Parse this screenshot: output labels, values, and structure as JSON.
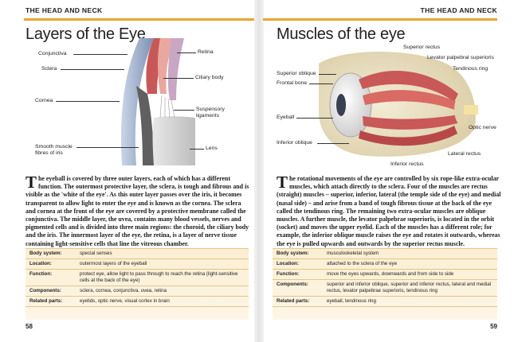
{
  "left": {
    "running_head": "THE HEAD AND NECK",
    "title": "Layers of the Eye",
    "labels": {
      "conjunctiva": "Conjunctiva",
      "sclera": "Sclera",
      "cornea": "Cornea",
      "smooth_muscle_1": "Smooth muscle",
      "smooth_muscle_2": "fibres of iris",
      "retina": "Retina",
      "ciliary_body": "Ciliary body",
      "suspensory_1": "Suspensory",
      "suspensory_2": "ligaments",
      "lens": "Lens"
    },
    "dropcap": "T",
    "body": "he eyeball is covered by three outer layers, each of which has a different function. The outermost protective layer, the sclera, is tough and fibrous and is visible as the 'white of the eye'. As this outer layer passes over the iris, it becomes transparent to allow light to enter the eye and is known as the cornea. The sclera and cornea at the front of the eye are covered by a protective membrane called the conjunctiva. The middle layer, the uvea, contains many blood vessels, nerves and pigmented cells and is divided into three main regions: the choroid, the ciliary body and the iris. The innermost layer of the eye, the retina, is a layer of nerve tissue containing light-sensitive cells that line the vitreous chamber.",
    "facts": [
      {
        "k": "Body system:",
        "v": "special senses"
      },
      {
        "k": "Location:",
        "v": "outermost layers of the eyeball"
      },
      {
        "k": "Function:",
        "v": "protect eye, allow light to pass through to reach the retina (light-sensitive cells at the back of the eye)"
      },
      {
        "k": "Components:",
        "v": "sclera, cornea, conjunctiva, uvea, retina"
      },
      {
        "k": "Related parts:",
        "v": "eyelids, optic nerve, visual cortex in brain"
      }
    ],
    "page_number": "58"
  },
  "right": {
    "running_head": "THE HEAD AND NECK",
    "title": "Muscles of the eye",
    "labels": {
      "superior_rectus": "Superior rectus",
      "levator": "Levator palpebral superioris",
      "tendinous_ring": "Tendinous ring",
      "superior_oblique": "Superior oblique",
      "frontal_bone": "Frontal bone",
      "eyeball": "Eyeball",
      "optic_nerve": "Optic nerve",
      "inferior_oblique": "Inferior oblique",
      "lateral_rectus": "Lateral rectus",
      "inferior_rectus": "Inferior rectus"
    },
    "dropcap": "T",
    "body": "he rotational movements of the eye are controlled by six rope-like extra-ocular muscles, which attach directly to the sclera. Four of the muscles are rectus (straight) muscles – superior, inferior, lateral (the temple side of the eye) and medial (nasal side) – and arise from a band of tough fibrous tissue at the back of the eye called the tendinous ring. The remaining two extra-ocular muscles are oblique muscles. A further muscle, the levator palpebrae superioris, is located in the orbit (socket) and moves the upper eyelid. Each of the muscles has a different role; for example, the inferior oblique muscle raises the eye and rotates it outwards, whereas the eye is pulled upwards and outwards by the superior rectus muscle.",
    "facts": [
      {
        "k": "Body system:",
        "v": "musculoskeletal system"
      },
      {
        "k": "Location:",
        "v": "attached to the sclera of the eye"
      },
      {
        "k": "Function:",
        "v": "move the eyes upwards, downwards and from side to side"
      },
      {
        "k": "Components:",
        "v": "superior and inferior oblique, superior and inferior rectus, lateral and medial rectus, levator palpebrae superioris, tendinous ring"
      },
      {
        "k": "Related parts:",
        "v": "eyeball, tendinous ring"
      }
    ],
    "page_number": "59"
  }
}
